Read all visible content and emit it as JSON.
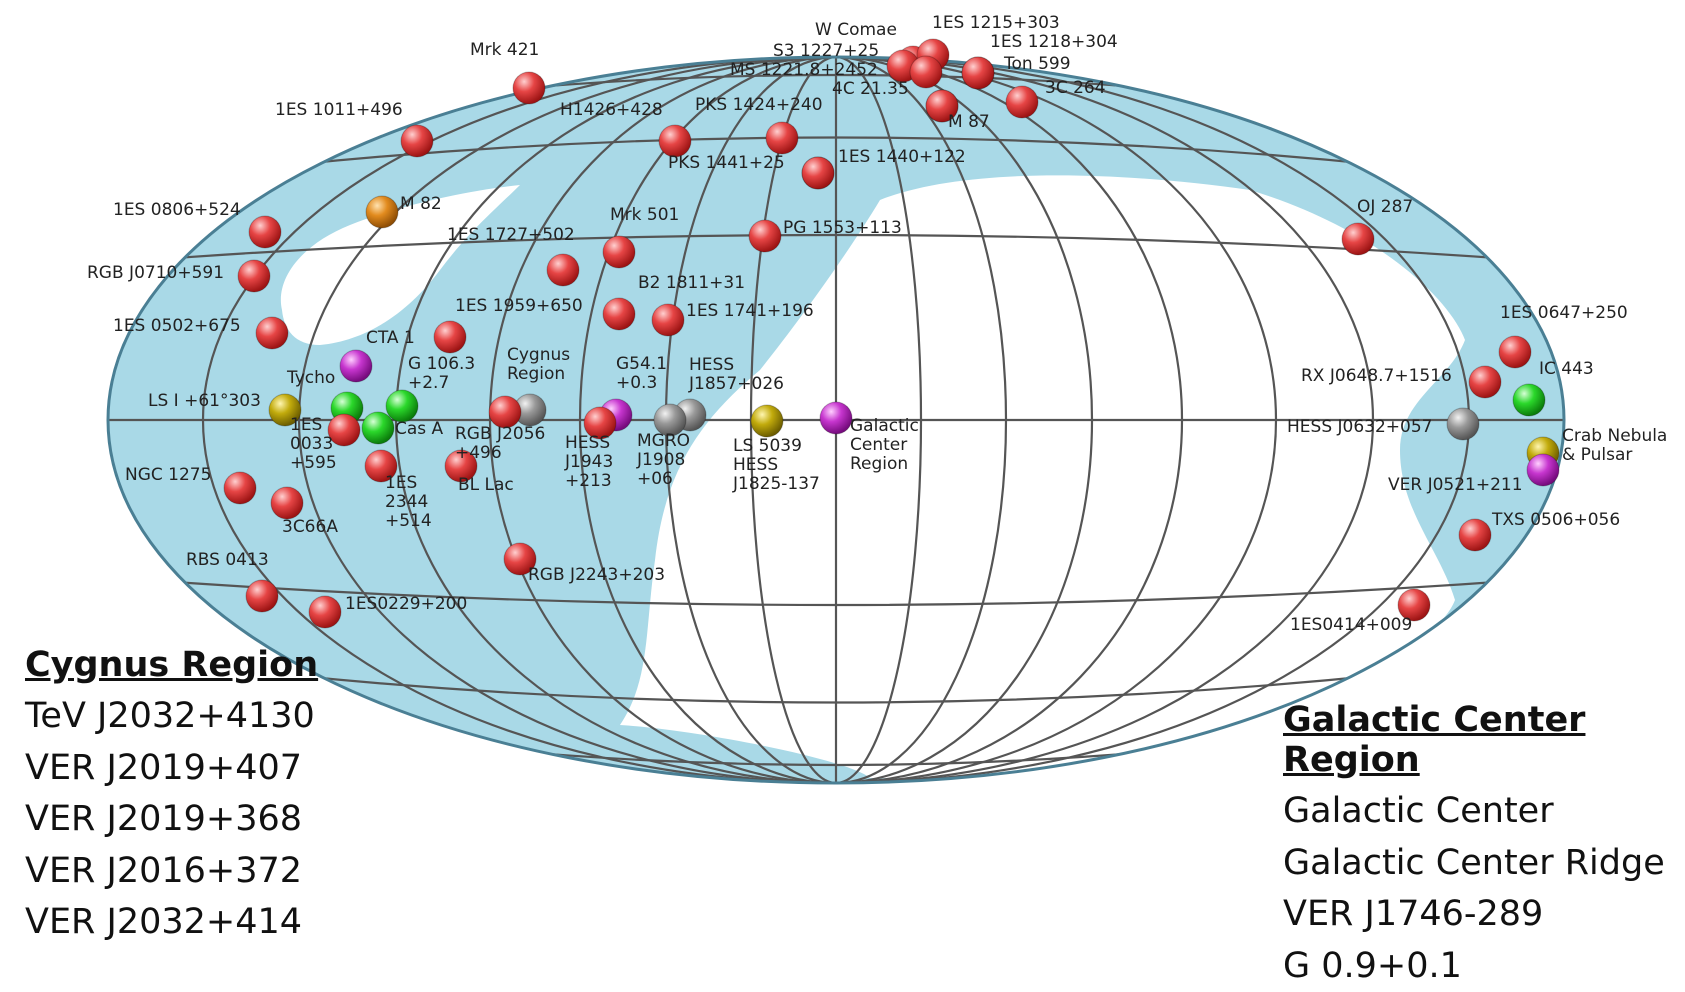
{
  "sources": [
    {
      "name": "Mrk 421",
      "type": "agn"
    },
    {
      "name": "1ES 1011+496",
      "type": "agn"
    },
    {
      "name": "W Comae",
      "type": "agn"
    },
    {
      "name": "1ES 1215+303",
      "type": "agn"
    },
    {
      "name": "1ES 1218+304",
      "type": "agn"
    },
    {
      "name": "S3 1227+25",
      "type": "agn"
    },
    {
      "name": "MS 1221.8+2452",
      "type": "agn"
    },
    {
      "name": "Ton 599",
      "type": "agn"
    },
    {
      "name": "4C 21.35",
      "type": "agn"
    },
    {
      "name": "3C 264",
      "type": "agn"
    },
    {
      "name": "M 87",
      "type": "agn"
    },
    {
      "name": "H1426+428",
      "type": "agn"
    },
    {
      "name": "PKS 1424+240",
      "type": "agn"
    },
    {
      "name": "PKS 1441+25",
      "type": "agn"
    },
    {
      "name": "1ES 1440+122",
      "type": "agn"
    },
    {
      "name": "1ES 0806+524",
      "type": "agn"
    },
    {
      "name": "M 82",
      "type": "starburst"
    },
    {
      "name": "Mrk 501",
      "type": "agn"
    },
    {
      "name": "1ES 1727+502",
      "type": "agn"
    },
    {
      "name": "PG 1553+113",
      "type": "agn"
    },
    {
      "name": "OJ 287",
      "type": "agn"
    },
    {
      "name": "RGB J0710+591",
      "type": "agn"
    },
    {
      "name": "B2 1811+31",
      "type": "agn"
    },
    {
      "name": "1ES 1959+650",
      "type": "agn"
    },
    {
      "name": "1ES 1741+196",
      "type": "agn"
    },
    {
      "name": "1ES 0502+675",
      "type": "agn"
    },
    {
      "name": "1ES 0647+250",
      "type": "agn"
    },
    {
      "name": "CTA 1",
      "type": "pwn"
    },
    {
      "name": "Cygnus Region",
      "type": "unid"
    },
    {
      "name": "G 106.3 +2.7",
      "type": "snr"
    },
    {
      "name": "G54.1 +0.3",
      "type": "pwn"
    },
    {
      "name": "HESS J1857+026",
      "type": "unid"
    },
    {
      "name": "RX J0648.7+1516",
      "type": "agn"
    },
    {
      "name": "IC 443",
      "type": "snr"
    },
    {
      "name": "Tycho",
      "type": "snr"
    },
    {
      "name": "LS I +61°303",
      "type": "binary"
    },
    {
      "name": "1ES 0033 +595",
      "type": "agn"
    },
    {
      "name": "Cas A",
      "type": "snr"
    },
    {
      "name": "RGB J2056 +496",
      "type": "agn"
    },
    {
      "name": "HESS J1943 +213",
      "type": "agn"
    },
    {
      "name": "MGRO J1908 +06",
      "type": "unid"
    },
    {
      "name": "LS 5039",
      "type": "binary"
    },
    {
      "name": "HESS J1825-137",
      "type": "pwn"
    },
    {
      "name": "Galactic Center Region",
      "type": "unid"
    },
    {
      "name": "HESS J0632+057",
      "type": "binary"
    },
    {
      "name": "Crab Nebula & Pulsar",
      "type": "pwn"
    },
    {
      "name": "VER J0521+211",
      "type": "agn"
    },
    {
      "name": "NGC 1275",
      "type": "agn"
    },
    {
      "name": "3C66A",
      "type": "agn"
    },
    {
      "name": "1ES 2344 +514",
      "type": "agn"
    },
    {
      "name": "BL Lac",
      "type": "agn"
    },
    {
      "name": "TXS 0506+056",
      "type": "agn"
    },
    {
      "name": "RBS 0413",
      "type": "agn"
    },
    {
      "name": "1ES0229+200",
      "type": "agn"
    },
    {
      "name": "RGB J2243+203",
      "type": "agn"
    },
    {
      "name": "1ES0414+009",
      "type": "agn"
    }
  ],
  "colors": {
    "agn": "#d63a3a",
    "starburst": "#d9821a",
    "pwn": "#c02bc9",
    "snr": "#22cc22",
    "binary": "#b8a300",
    "unid": "#888888",
    "sky_region": "#a9d9e7",
    "grid": "#555555",
    "outline": "#4a7f94"
  },
  "legend_cygnus": {
    "title": "Cygnus Region",
    "items": [
      "TeV J2032+4130",
      "VER J2019+407",
      "VER J2019+368",
      "VER J2016+372",
      "VER J2032+414"
    ]
  },
  "legend_gc": {
    "title": "Galactic Center Region",
    "items": [
      "Galactic Center",
      "Galactic Center Ridge",
      "VER J1746-289",
      "G 0.9+0.1"
    ]
  }
}
